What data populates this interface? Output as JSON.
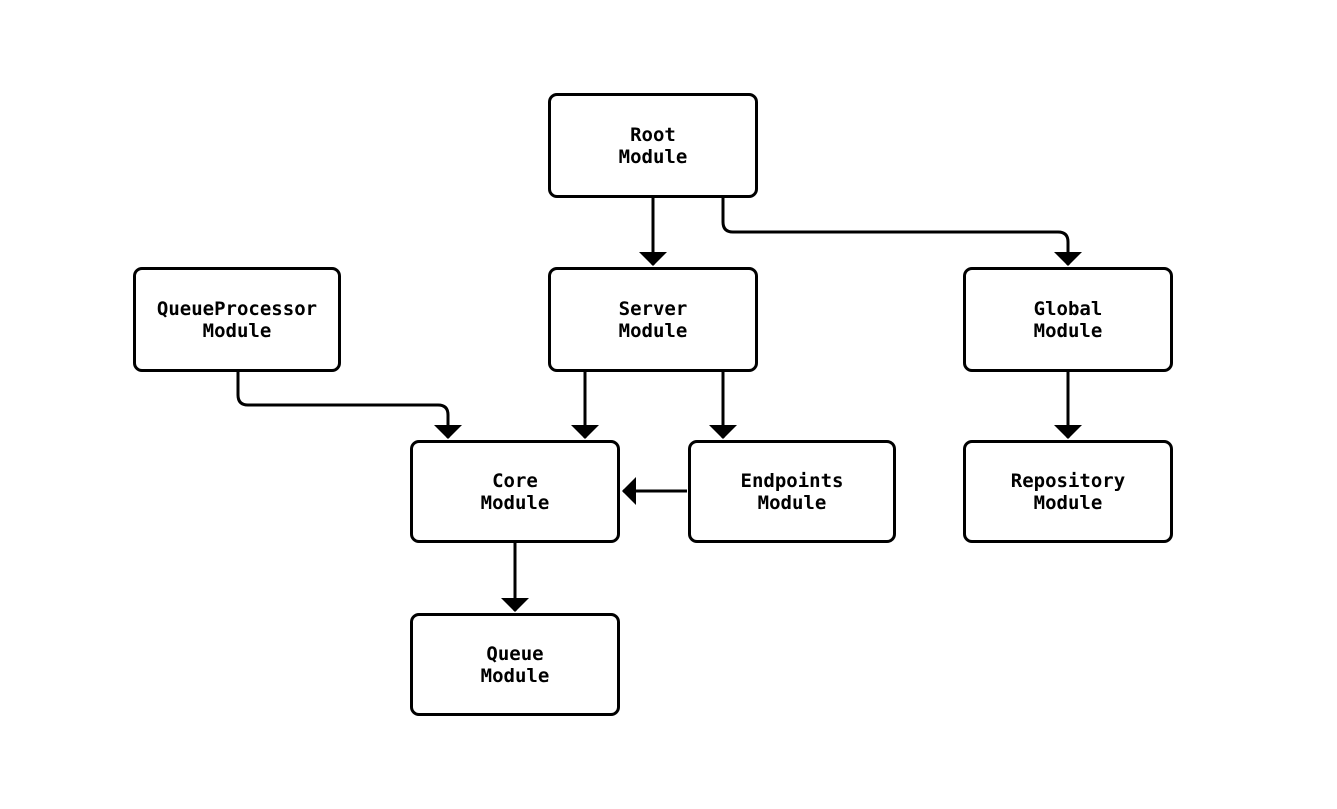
{
  "diagram": {
    "type": "flowchart",
    "background_color": "#ffffff",
    "node_border_color": "#000000",
    "node_fill_color": "#ffffff",
    "edge_color": "#000000",
    "text_color": "#000000",
    "nodes": [
      {
        "id": "root",
        "label": "Root\nModule"
      },
      {
        "id": "queueprocessor",
        "label": "QueueProcessor\nModule"
      },
      {
        "id": "server",
        "label": "Server\nModule"
      },
      {
        "id": "global",
        "label": "Global\nModule"
      },
      {
        "id": "core",
        "label": "Core\nModule"
      },
      {
        "id": "endpoints",
        "label": "Endpoints\nModule"
      },
      {
        "id": "repository",
        "label": "Repository\nModule"
      },
      {
        "id": "queue",
        "label": "Queue\nModule"
      }
    ],
    "edges": [
      {
        "from": "Root Module",
        "to": "Server Module"
      },
      {
        "from": "Root Module",
        "to": "Global Module"
      },
      {
        "from": "QueueProcessor Module",
        "to": "Core Module"
      },
      {
        "from": "Server Module",
        "to": "Core Module"
      },
      {
        "from": "Server Module",
        "to": "Endpoints Module"
      },
      {
        "from": "Endpoints Module",
        "to": "Core Module"
      },
      {
        "from": "Core Module",
        "to": "Queue Module"
      },
      {
        "from": "Global Module",
        "to": "Repository Module"
      }
    ]
  }
}
